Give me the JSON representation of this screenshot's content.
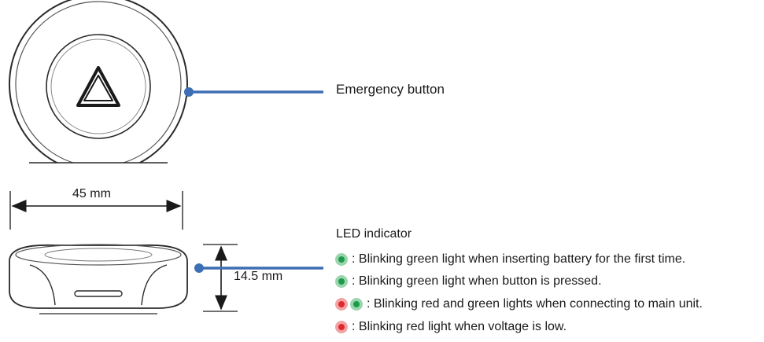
{
  "colors": {
    "callout": "#3d6fb4",
    "line": "#1a1a1a",
    "led_green": "#1f9a4c",
    "led_red": "#e0282e"
  },
  "labels": {
    "emergency_button": "Emergency button",
    "width_dimension": "45 mm",
    "height_dimension": "14.5 mm"
  },
  "led": {
    "title": "LED indicator",
    "rows": [
      {
        "lights": [
          "green"
        ],
        "text": ":  Blinking green light when inserting battery for the first time."
      },
      {
        "lights": [
          "green"
        ],
        "text": ":  Blinking green light when button is pressed."
      },
      {
        "lights": [
          "red",
          "green"
        ],
        "text": ":  Blinking red and green lights when connecting to main unit."
      },
      {
        "lights": [
          "red"
        ],
        "text": ":  Blinking red light when voltage is low."
      }
    ]
  }
}
